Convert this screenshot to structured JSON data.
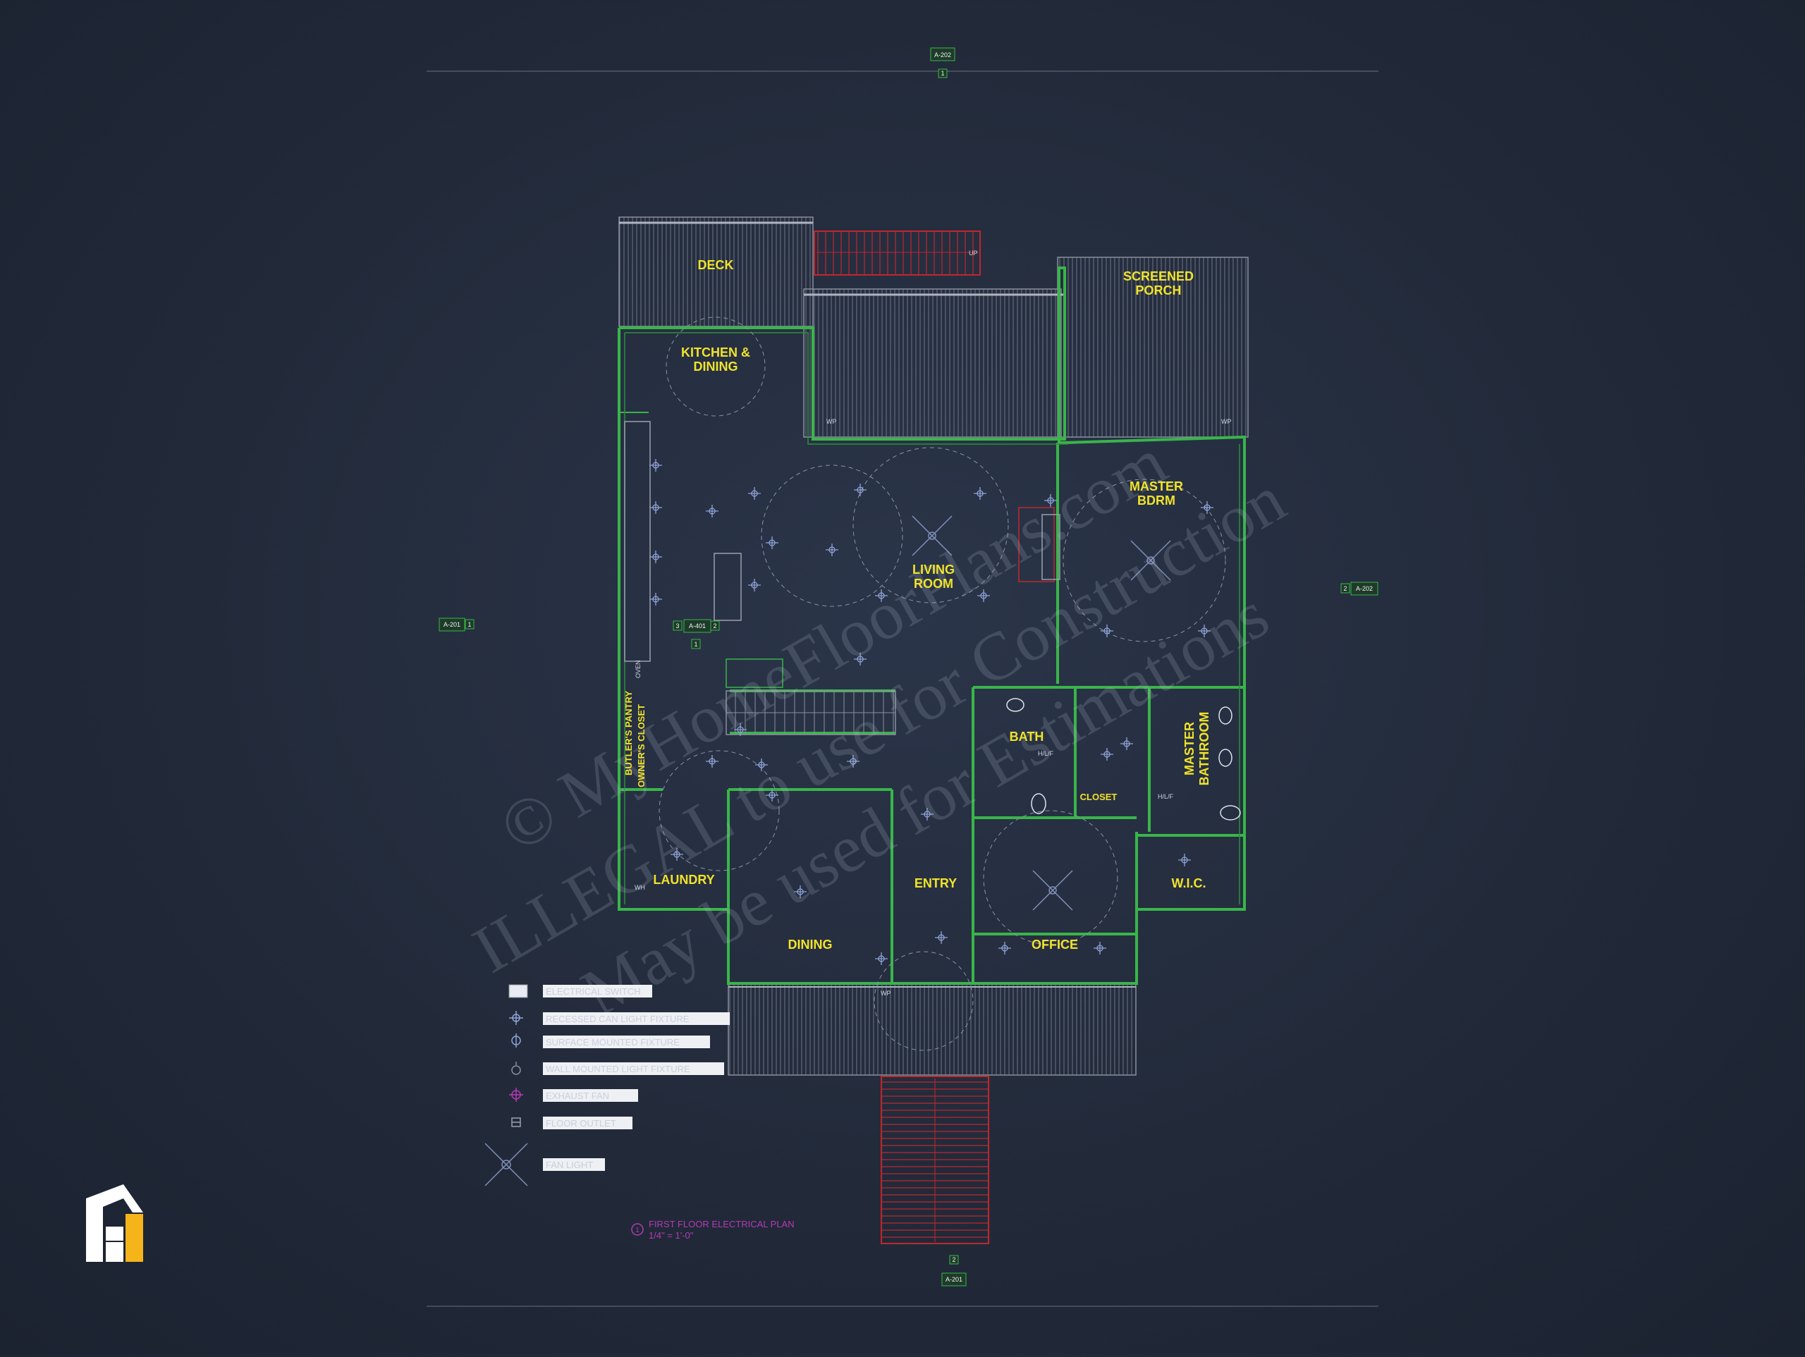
{
  "rooms": {
    "deck": "DECK",
    "screened_porch": [
      "SCREENED",
      "PORCH"
    ],
    "kitchen": [
      "KITCHEN &",
      "DINING"
    ],
    "master_bdrm": [
      "MASTER",
      "BDRM"
    ],
    "living_room": [
      "LIVING",
      "ROOM"
    ],
    "bath": "BATH",
    "closet": "CLOSET",
    "master_bathroom": [
      "MASTER",
      "BATHROOM"
    ],
    "butlers_pantry": "BUTLER'S PANTRY",
    "owners_closet": "OWNER'S CLOSET",
    "laundry": "LAUNDRY",
    "entry": "ENTRY",
    "wic": "W.I.C.",
    "dining": "DINING",
    "office": "OFFICE"
  },
  "annotations": {
    "up": "UP",
    "wp1": "WP",
    "wp2": "WP",
    "wp3": "WP",
    "hlf1": "H/L/F",
    "hlf2": "H/L/F",
    "oven": "OVEN",
    "wh": "WH"
  },
  "section_tags": {
    "top": {
      "sheet": "A-202",
      "num": "1"
    },
    "bottom": {
      "sheet": "A-201",
      "num": "2"
    },
    "left": {
      "sheet": "A-201",
      "num": "1"
    },
    "right": {
      "sheet": "A-202",
      "num": "2"
    },
    "detail": {
      "sheet": "A-401",
      "num_left": "3",
      "num_right": "2",
      "num_bottom": "1"
    }
  },
  "legend": [
    {
      "icon": "switch-icon",
      "text": "ELECTRICAL SWITCH"
    },
    {
      "icon": "recessed-light-icon",
      "text": "RECESSED CAN LIGHT FIXTURE"
    },
    {
      "icon": "surface-light-icon",
      "text": "SURFACE MOUNTED FIXTURE"
    },
    {
      "icon": "wall-light-icon",
      "text": "WALL MOUNTED LIGHT FIXTURE"
    },
    {
      "icon": "exhaust-fan-icon",
      "text": "EXHAUST FAN"
    },
    {
      "icon": "floor-outlet-icon",
      "text": "FLOOR OUTLET"
    },
    {
      "icon": "fan-light-icon",
      "text": "FAN LIGHT"
    }
  ],
  "plan_title": {
    "num": "1",
    "title": "FIRST FLOOR ELECTRICAL PLAN",
    "scale": "1/4\" = 1'-0\""
  },
  "watermark": {
    "line1": "© MyHomeFloorPlans.com",
    "line2": "ILLEGAL to use for Construction",
    "line3": "May be used for Estimations"
  },
  "colors": {
    "wall": "#39b54a",
    "label": "#f1e32a",
    "stair": "#c0272d",
    "fixture": "#8fa3d8",
    "logo_white": "#ffffff",
    "logo_gold": "#f4b41a"
  },
  "logo": {
    "icon": "house-logo-icon"
  }
}
